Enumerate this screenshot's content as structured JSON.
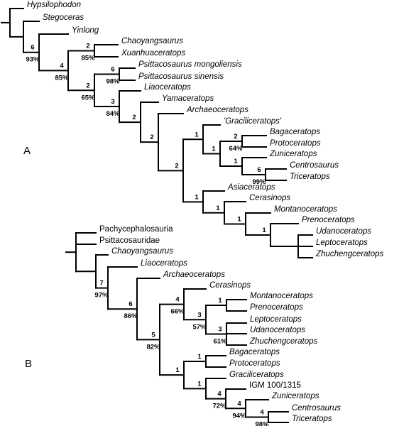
{
  "panels": [
    {
      "label": "A",
      "taxa": [
        {
          "name": "Hypsilophodon",
          "italic": true
        },
        {
          "name": "Stegoceras",
          "italic": true
        },
        {
          "name": "Yinlong",
          "italic": true
        },
        {
          "name": "Chaoyangsaurus",
          "italic": true
        },
        {
          "name": "Xuanhuaceratops",
          "italic": true
        },
        {
          "name": "Psittacosaurus mongoliensis",
          "italic": true
        },
        {
          "name": "Psittacosaurus sinensis",
          "italic": true
        },
        {
          "name": "Liaoceratops",
          "italic": true
        },
        {
          "name": "Yamaceratops",
          "italic": true
        },
        {
          "name": "Archaeoceratops",
          "italic": true
        },
        {
          "name": "'Graciliceratops'",
          "italic": true
        },
        {
          "name": "Bagaceratops",
          "italic": true
        },
        {
          "name": "Protoceratops",
          "italic": true
        },
        {
          "name": "Zuniceratops",
          "italic": true
        },
        {
          "name": "Centrosaurus",
          "italic": true
        },
        {
          "name": "Triceratops",
          "italic": true
        },
        {
          "name": "Asiaceratops",
          "italic": true
        },
        {
          "name": "Cerasinops",
          "italic": true
        },
        {
          "name": "Montanoceratops",
          "italic": true
        },
        {
          "name": "Prenoceratops",
          "italic": true
        },
        {
          "name": "Udanoceratops",
          "italic": true
        },
        {
          "name": "Leptoceratops",
          "italic": true
        },
        {
          "name": "Zhuchengceratops",
          "italic": true
        }
      ],
      "node_support": [
        {
          "bremer": "6",
          "bootstrap": "93%"
        },
        {
          "bremer": "4",
          "bootstrap": "85%"
        },
        {
          "bremer": "2",
          "bootstrap": "85%"
        },
        {
          "bremer": "2",
          "bootstrap": "65%"
        },
        {
          "bremer": "6",
          "bootstrap": "98%"
        },
        {
          "bremer": "3",
          "bootstrap": "84%"
        },
        {
          "bremer": "2",
          "bootstrap": ""
        },
        {
          "bremer": "2",
          "bootstrap": ""
        },
        {
          "bremer": "2",
          "bootstrap": ""
        },
        {
          "bremer": "1",
          "bootstrap": ""
        },
        {
          "bremer": "1",
          "bootstrap": ""
        },
        {
          "bremer": "2",
          "bootstrap": "64%"
        },
        {
          "bremer": "1",
          "bootstrap": ""
        },
        {
          "bremer": "6",
          "bootstrap": "99%"
        },
        {
          "bremer": "1",
          "bootstrap": ""
        },
        {
          "bremer": "1",
          "bootstrap": ""
        },
        {
          "bremer": "1",
          "bootstrap": ""
        },
        {
          "bremer": "1",
          "bootstrap": ""
        }
      ]
    },
    {
      "label": "B",
      "taxa": [
        {
          "name": "Pachycephalosauria",
          "italic": false
        },
        {
          "name": "Psittacosauridae",
          "italic": false
        },
        {
          "name": "Chaoyangsaurus",
          "italic": true
        },
        {
          "name": "Liaoceratops",
          "italic": true
        },
        {
          "name": "Archaeoceratops",
          "italic": true
        },
        {
          "name": "Cerasinops",
          "italic": true
        },
        {
          "name": "Montanoceratops",
          "italic": true
        },
        {
          "name": "Prenoceratops",
          "italic": true
        },
        {
          "name": "Leptoceratops",
          "italic": true
        },
        {
          "name": "Udanoceratops",
          "italic": true
        },
        {
          "name": "Zhuchengceratops",
          "italic": true
        },
        {
          "name": "Bagaceratops",
          "italic": true
        },
        {
          "name": "Protoceratops",
          "italic": true
        },
        {
          "name": "Graciliceratops",
          "italic": true
        },
        {
          "name": "IGM 100/1315",
          "italic": false
        },
        {
          "name": "Zuniceratops",
          "italic": true
        },
        {
          "name": "Centrosaurus",
          "italic": true
        },
        {
          "name": "Triceratops",
          "italic": true
        }
      ],
      "node_support": [
        {
          "bremer": "7",
          "bootstrap": "97%"
        },
        {
          "bremer": "6",
          "bootstrap": "86%"
        },
        {
          "bremer": "5",
          "bootstrap": "82%"
        },
        {
          "bremer": "4",
          "bootstrap": "66%"
        },
        {
          "bremer": "3",
          "bootstrap": "57%"
        },
        {
          "bremer": "1",
          "bootstrap": ""
        },
        {
          "bremer": "3",
          "bootstrap": "61%"
        },
        {
          "bremer": "1",
          "bootstrap": ""
        },
        {
          "bremer": "1",
          "bootstrap": ""
        },
        {
          "bremer": "1",
          "bootstrap": ""
        },
        {
          "bremer": "4",
          "bootstrap": "72%"
        },
        {
          "bremer": "4",
          "bootstrap": "94%"
        },
        {
          "bremer": "4",
          "bootstrap": "98%"
        }
      ]
    }
  ]
}
